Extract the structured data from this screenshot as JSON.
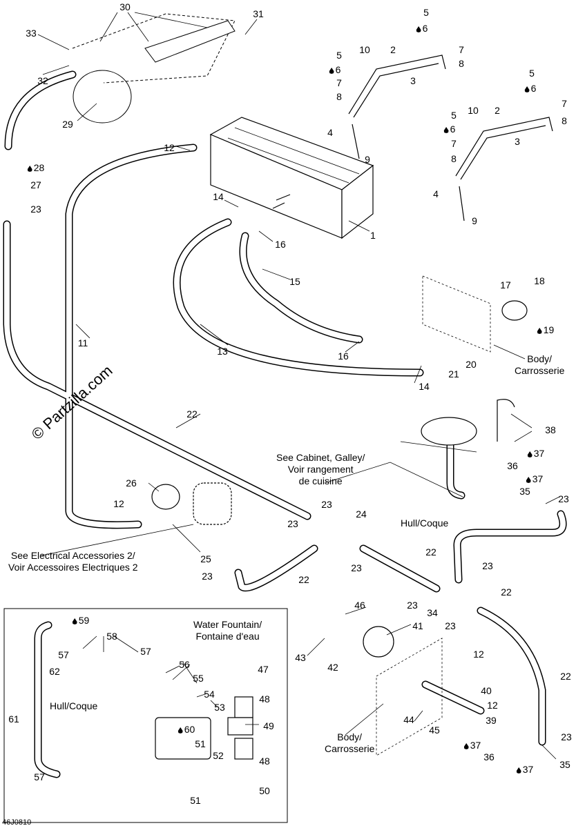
{
  "diagram_code": "46J0810",
  "watermark": "© Partzilla.com",
  "callouts": [
    {
      "label": "30"
    },
    {
      "label": "31"
    },
    {
      "label": "33"
    },
    {
      "label": "32"
    },
    {
      "label": "29"
    },
    {
      "label": "5"
    },
    {
      "label": "6",
      "icon": "drop-icon"
    },
    {
      "label": "7"
    },
    {
      "label": "8"
    },
    {
      "label": "2"
    },
    {
      "label": "3"
    },
    {
      "label": "10"
    },
    {
      "label": "5"
    },
    {
      "label": "6",
      "icon": "drop-icon"
    },
    {
      "label": "7"
    },
    {
      "label": "8"
    },
    {
      "label": "4"
    },
    {
      "label": "9"
    },
    {
      "label": "5"
    },
    {
      "label": "6",
      "icon": "drop-icon"
    },
    {
      "label": "7"
    },
    {
      "label": "8"
    },
    {
      "label": "10"
    },
    {
      "label": "2"
    },
    {
      "label": "3"
    },
    {
      "label": "5"
    },
    {
      "label": "6",
      "icon": "drop-icon"
    },
    {
      "label": "7"
    },
    {
      "label": "8"
    },
    {
      "label": "4"
    },
    {
      "label": "9"
    },
    {
      "label": "1"
    },
    {
      "label": "12"
    },
    {
      "label": "14"
    },
    {
      "label": "16"
    },
    {
      "label": "15"
    },
    {
      "label": "13"
    },
    {
      "label": "16"
    },
    {
      "label": "14"
    },
    {
      "label": "11"
    },
    {
      "label": "17"
    },
    {
      "label": "18"
    },
    {
      "label": "19",
      "icon": "drop-icon"
    },
    {
      "label": "20"
    },
    {
      "label": "21"
    },
    {
      "label": "28",
      "icon": "drop-icon"
    },
    {
      "label": "27"
    },
    {
      "label": "23"
    },
    {
      "label": "22"
    },
    {
      "label": "26"
    },
    {
      "label": "12"
    },
    {
      "label": "25"
    },
    {
      "label": "23"
    },
    {
      "label": "23"
    },
    {
      "label": "24"
    },
    {
      "label": "23"
    },
    {
      "label": "23"
    },
    {
      "label": "22"
    },
    {
      "label": "22"
    },
    {
      "label": "23"
    },
    {
      "label": "23"
    },
    {
      "label": "34"
    },
    {
      "label": "23"
    },
    {
      "label": "22"
    },
    {
      "label": "38"
    },
    {
      "label": "37",
      "icon": "drop-icon"
    },
    {
      "label": "36"
    },
    {
      "label": "37",
      "icon": "drop-icon"
    },
    {
      "label": "35"
    },
    {
      "label": "23"
    },
    {
      "label": "46"
    },
    {
      "label": "41"
    },
    {
      "label": "43"
    },
    {
      "label": "42"
    },
    {
      "label": "12"
    },
    {
      "label": "40"
    },
    {
      "label": "12"
    },
    {
      "label": "39"
    },
    {
      "label": "44"
    },
    {
      "label": "45"
    },
    {
      "label": "37",
      "icon": "drop-icon"
    },
    {
      "label": "36"
    },
    {
      "label": "37",
      "icon": "drop-icon"
    },
    {
      "label": "35"
    },
    {
      "label": "23"
    },
    {
      "label": "22"
    },
    {
      "label": "59",
      "icon": "drop-icon"
    },
    {
      "label": "58"
    },
    {
      "label": "57"
    },
    {
      "label": "57"
    },
    {
      "label": "62"
    },
    {
      "label": "56"
    },
    {
      "label": "55"
    },
    {
      "label": "54"
    },
    {
      "label": "53"
    },
    {
      "label": "47"
    },
    {
      "label": "48"
    },
    {
      "label": "49"
    },
    {
      "label": "48"
    },
    {
      "label": "50"
    },
    {
      "label": "61"
    },
    {
      "label": "60",
      "icon": "drop-icon"
    },
    {
      "label": "51"
    },
    {
      "label": "52"
    },
    {
      "label": "51"
    },
    {
      "label": "57"
    }
  ],
  "notes": {
    "body_1": [
      "Body/",
      "Carrosserie"
    ],
    "body_2": [
      "Body/",
      "Carrosserie"
    ],
    "electrical": [
      "See Electrical Accessories 2/",
      "Voir Accessoires Electriques 2"
    ],
    "cabinet": [
      "See Cabinet, Galley/",
      "Voir rangement",
      "de cuisine"
    ],
    "hull_1": "Hull/Coque",
    "hull_2": "Hull/Coque",
    "fountain": [
      "Water Fountain/",
      "Fontaine d'eau"
    ]
  }
}
